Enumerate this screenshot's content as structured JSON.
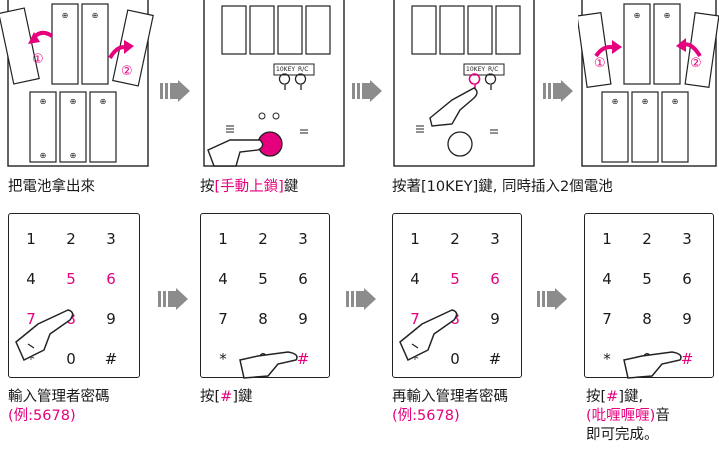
{
  "steps": [
    {
      "caption": "把電池拿出來",
      "circle1": "①",
      "circle2": "②"
    },
    {
      "caption_pre": "按",
      "caption_pink": "[手動上鎖]",
      "caption_post": "鍵",
      "label_10key": "10KEY",
      "label_rc": "R/C"
    },
    {
      "caption": "按著[10KEY]鍵, 同時插入2個電池",
      "label_10key": "10KEY",
      "label_rc": "R/C"
    },
    {
      "circle1": "①",
      "circle2": "②"
    },
    {
      "caption": "輸入管理者密碼",
      "caption2": "(例:5678)"
    },
    {
      "caption_pre": "按[",
      "caption_pink": "#",
      "caption_post": "]鍵"
    },
    {
      "caption": "再輸入管理者密碼",
      "caption2": "(例:5678)"
    },
    {
      "caption_pre": "按[",
      "caption_pink": "#",
      "caption_post": "]鍵,",
      "caption2_pink": "(吡喱喱喱)",
      "caption2_post": "音",
      "caption3": "即可完成。"
    }
  ],
  "keypad_keys": [
    "1",
    "2",
    "3",
    "4",
    "5",
    "6",
    "7",
    "8",
    "9",
    "*",
    "0",
    "#"
  ],
  "keypad_highlights": [
    [
      "5",
      "6",
      "7",
      "8"
    ],
    [
      "#"
    ],
    [
      "5",
      "6",
      "7",
      "8"
    ],
    [
      "#"
    ]
  ],
  "colors": {
    "accent": "#e6007e",
    "arrow": "#8c8c8c",
    "line": "#222222"
  },
  "icons": [
    "battery-icon",
    "finger-pointer-icon",
    "arrow-right-icon",
    "rotate-arrow-icon"
  ]
}
